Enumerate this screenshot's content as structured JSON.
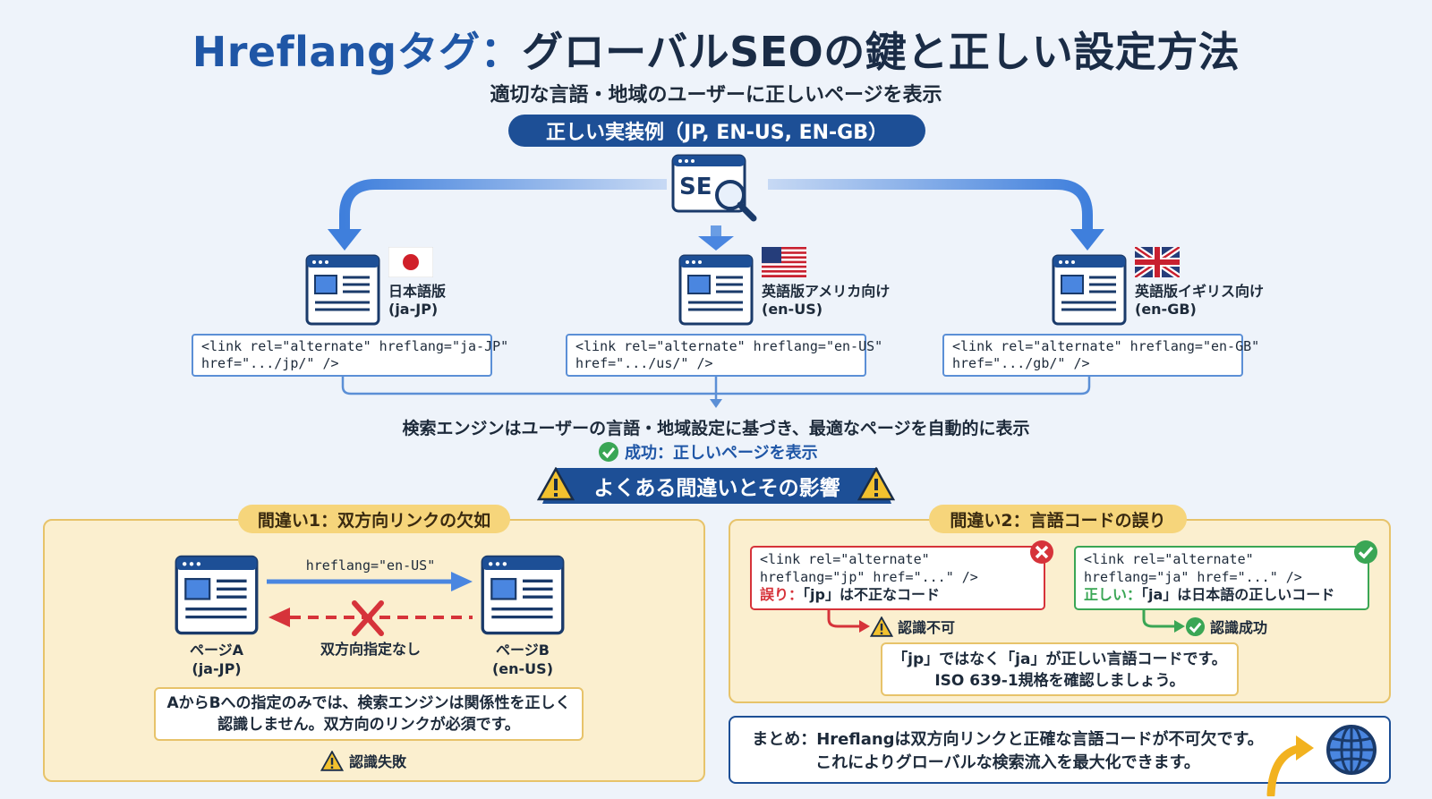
{
  "header": {
    "title_accent": "Hreflangタグ：",
    "title_rest": "グローバルSEOの鍵と正しい設定方法",
    "subtitle": "適切な言語・地域のユーザーに正しいページを表示"
  },
  "section_correct": {
    "label": "正しい実装例（JP, EN-US, EN-GB）",
    "search_icon_text": "SE",
    "versions": [
      {
        "name": "日本語版",
        "code": "(ja-JP)",
        "flag": "japan-flag",
        "tag_line1": "<link rel=\"alternate\" hreflang=\"ja-JP\"",
        "tag_line2": "href=\".../jp/\" />"
      },
      {
        "name": "英語版アメリカ向け",
        "code": "(en-US)",
        "flag": "us-flag",
        "tag_line1": "<link rel=\"alternate\" hreflang=\"en-US\"",
        "tag_line2": "href=\".../us/\" />"
      },
      {
        "name": "英語版イギリス向け",
        "code": "(en-GB)",
        "flag": "uk-flag",
        "tag_line1": "<link rel=\"alternate\" hreflang=\"en-GB\"",
        "tag_line2": "href=\".../gb/\" />"
      }
    ],
    "result_text": "検索エンジンはユーザーの言語・地域設定に基づき、最適なページを自動的に表示",
    "success_text": "成功：正しいページを表示"
  },
  "section_mistakes": {
    "banner": "よくある間違いとその影響",
    "mistake1": {
      "tag": "間違い1：双方向リンクの欠如",
      "arrow_label": "hreflang=\"en-US\"",
      "missing_label": "双方向指定なし",
      "page_a": "ページA",
      "page_a_code": "(ja-JP)",
      "page_b": "ページB",
      "page_b_code": "(en-US)",
      "note_line1": "AからBへの指定のみでは、検索エンジンは関係性を正しく",
      "note_line2": "認識しません。双方向のリンクが必須です。",
      "result": "認識失敗"
    },
    "mistake2": {
      "tag": "間違い2：言語コードの誤り",
      "bad_line1": "<link rel=\"alternate\"",
      "bad_line2": "hreflang=\"jp\" href=\"...\" />",
      "bad_prefix": "誤り：",
      "bad_note": "「jp」は不正なコード",
      "bad_result": "認識不可",
      "good_line1": "<link rel=\"alternate\"",
      "good_line2": "hreflang=\"ja\" href=\"...\" />",
      "good_prefix": "正しい：",
      "good_note": "「ja」は日本語の正しいコード",
      "good_result": "認識成功",
      "hint_line1": "「jp」ではなく「ja」が正しい言語コードです。",
      "hint_line2": "ISO 639-1規格を確認しましょう。"
    }
  },
  "summary": {
    "line1": "まとめ：Hreflangは双方向リンクと正確な言語コードが不可欠です。",
    "line2": "これによりグローバルな検索流入を最大化できます。"
  },
  "colors": {
    "primary": "#1d4f96",
    "arrow": "#4a86e0",
    "error": "#d6333a",
    "success": "#3aa655",
    "panel": "#fbefcf",
    "warning": "#f2c12e"
  }
}
